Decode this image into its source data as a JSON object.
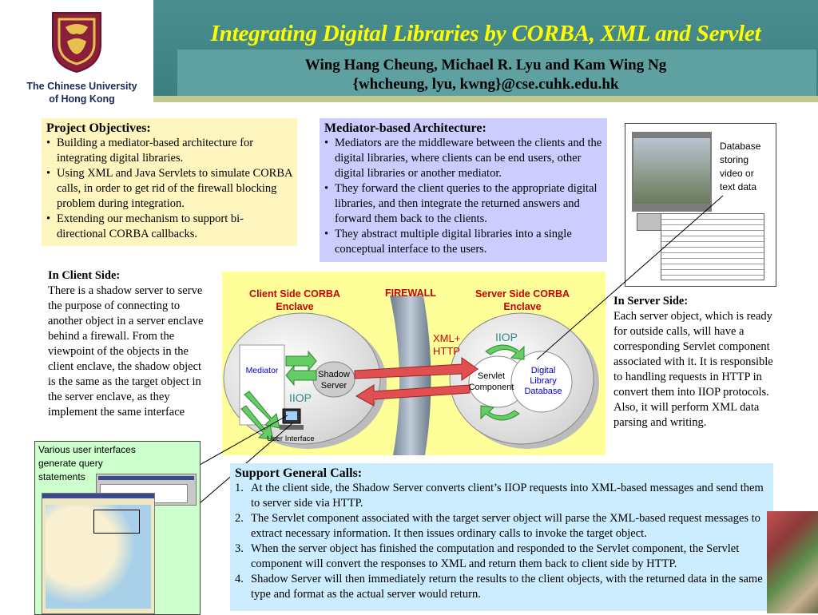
{
  "header": {
    "title": "Integrating Digital Libraries by CORBA, XML and Servlet",
    "authors": "Wing Hang Cheung, Michael R. Lyu and Kam Wing Ng",
    "emails": "{whcheung, lyu, kwng}@cse.cuhk.edu.hk"
  },
  "logo": {
    "line1": "The Chinese University",
    "line2": "of Hong Kong"
  },
  "project": {
    "title": "Project Objectives:",
    "items": [
      "Building a mediator-based architecture for integrating digital libraries.",
      "Using XML and Java Servlets to simulate CORBA calls, in order to get rid of the firewall blocking problem during integration.",
      "Extending our mechanism to support bi-directional CORBA callbacks."
    ]
  },
  "mediator": {
    "title": "Mediator-based Architecture:",
    "items": [
      "Mediators are the middleware between the clients and the digital libraries, where clients can be end users, other digital libraries or another mediator.",
      "They forward the client queries to the appropriate digital libraries, and then integrate the returned answers and forward them back to the clients.",
      "They abstract multiple digital libraries into a single conceptual interface to the users."
    ]
  },
  "client_side": {
    "title": "In Client Side:",
    "text": "There is a shadow server to serve the purpose of connecting to another object in a server enclave behind a firewall.  From the viewpoint of the objects in the client enclave, the shadow object is the same as the target object in the server enclave, as they implement the same interface"
  },
  "server_side": {
    "title": "In Server Side:",
    "text": "Each server object, which is ready for outside calls, will have a corresponding Servlet component associated with it. It is responsible to handling requests in HTTP in convert them into IIOP protocols. Also, it will perform XML data parsing and writing."
  },
  "support": {
    "title": "Support General Calls:",
    "items": [
      "At the client side, the Shadow Server converts client’s IIOP requests into XML-based messages and send them to server side via HTTP.",
      "The Servlet component associated with the target server object will parse the XML-based request messages to extract necessary information. It then issues ordinary calls to invoke the target object.",
      "When the server object has finished the computation and responded to the Servlet component, the Servlet component will convert the responses to XML and return them back to client side by HTTP.",
      "Shadow Server will then immediately return the results to the client objects, with the returned data in the same type and format as the actual server would return."
    ]
  },
  "diagram": {
    "client_enclave_1": "Client Side CORBA",
    "client_enclave_2": "Enclave",
    "firewall": "FIREWALL",
    "server_enclave_1": "Server Side CORBA",
    "server_enclave_2": "Enclave",
    "mediator": "Mediator",
    "shadow_1": "Shadow",
    "shadow_2": "Server",
    "iiop_left": "IIOP",
    "iiop_right": "IIOP",
    "xml_1": "XML+",
    "xml_2": "HTTP",
    "servlet_1": "Servlet",
    "servlet_2": "Component",
    "dl_1": "Digital",
    "dl_2": "Library",
    "dl_3": "Database",
    "user_interface": "User Interface"
  },
  "callout_right": [
    "Database",
    "storing",
    "video or",
    "text data"
  ],
  "callout_left": [
    "Various user interfaces",
    "generate query",
    "statements"
  ],
  "colors": {
    "title": "#ffff00",
    "header_bg": "#4a8d8e",
    "diagram_bg": "#ffff99",
    "enclave_label": "#cc0000",
    "iiop": "#2a8a8a"
  }
}
